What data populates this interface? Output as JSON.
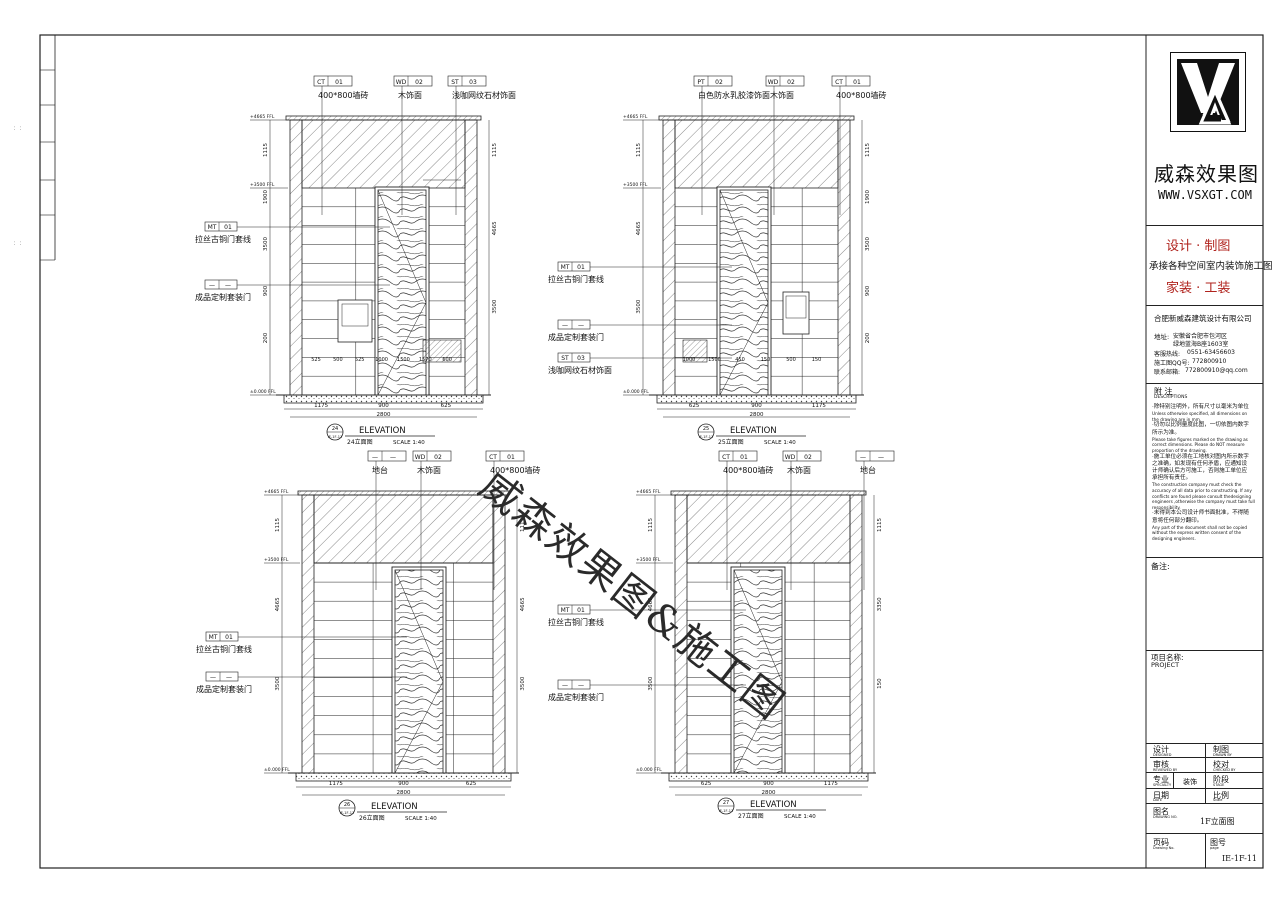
{
  "elevations": [
    {
      "number": "24",
      "ref": "IE-1F-11",
      "caption": "ELEVATION",
      "subtitle": "24立面图",
      "scale": "SCALE  1:40",
      "top_labels": [
        {
          "code": "CT",
          "num": "01",
          "text": "400*800墙砖"
        },
        {
          "code": "WD",
          "num": "02",
          "text": "木饰面"
        },
        {
          "code": "ST",
          "num": "03",
          "text": "浅咖网纹石材饰面"
        }
      ],
      "side_labels": [
        {
          "code": "MT",
          "num": "01",
          "text": "拉丝古铜门套线"
        },
        {
          "code": "—",
          "num": "—",
          "text": "成品定制套装门"
        }
      ],
      "level_labels": [
        "+4665 FFL",
        "+3500 FFL",
        "±0.000 FFL"
      ],
      "dims_bottom": [
        "1175",
        "900",
        "625"
      ],
      "dims_total": "2800",
      "dims_left": [
        "1115",
        "1900",
        "3500",
        "900",
        "200"
      ],
      "dims_right": [
        "1115",
        "4665",
        "3500"
      ],
      "inner_dims": [
        "525",
        "500",
        "525",
        "1000",
        "1500",
        "1570",
        "600"
      ]
    },
    {
      "number": "25",
      "ref": "IE-1F-11",
      "caption": "ELEVATION",
      "subtitle": "25立面图",
      "scale": "SCALE  1:40",
      "top_labels": [
        {
          "code": "PT",
          "num": "02",
          "text": "白色防水乳胶漆饰面"
        },
        {
          "code": "WD",
          "num": "02",
          "text": "木饰面"
        },
        {
          "code": "CT",
          "num": "01",
          "text": "400*800墙砖"
        }
      ],
      "side_labels": [
        {
          "code": "MT",
          "num": "01",
          "text": "拉丝古铜门套线"
        },
        {
          "code": "—",
          "num": "—",
          "text": "成品定制套装门"
        },
        {
          "code": "ST",
          "num": "03",
          "text": "浅咖网纹石材饰面"
        }
      ],
      "level_labels": [
        "+4665 FFL",
        "+3500 FFL",
        "±0.000 FFL"
      ],
      "dims_bottom": [
        "625",
        "900",
        "1175"
      ],
      "dims_total": "2800",
      "dims_left": [
        "1115",
        "4665",
        "3500"
      ],
      "dims_right": [
        "1115",
        "1900",
        "3500",
        "900",
        "200"
      ],
      "inner_dims": [
        "1000",
        "1500",
        "450",
        "150",
        "500",
        "150"
      ]
    },
    {
      "number": "26",
      "ref": "IE-1F-11",
      "caption": "ELEVATION",
      "subtitle": "26立面图",
      "scale": "SCALE  1:40",
      "top_labels": [
        {
          "code": "—",
          "num": "—",
          "text": "地台"
        },
        {
          "code": "WD",
          "num": "02",
          "text": "木饰面"
        },
        {
          "code": "CT",
          "num": "01",
          "text": "400*800墙砖"
        }
      ],
      "side_labels": [
        {
          "code": "MT",
          "num": "01",
          "text": "拉丝古铜门套线"
        },
        {
          "code": "—",
          "num": "—",
          "text": "成品定制套装门"
        }
      ],
      "level_labels": [
        "+4665 FFL",
        "+3500 FFL",
        "±0.000 FFL"
      ],
      "dims_bottom": [
        "1175",
        "900",
        "625"
      ],
      "dims_total": "2800",
      "dims_left": [
        "1115",
        "4665",
        "3500"
      ],
      "dims_right": [
        "1115",
        "4665",
        "3500"
      ],
      "inner_dims": []
    },
    {
      "number": "27",
      "ref": "IE-1F-11",
      "caption": "ELEVATION",
      "subtitle": "27立面图",
      "scale": "SCALE  1:40",
      "top_labels": [
        {
          "code": "CT",
          "num": "01",
          "text": "400*800墙砖"
        },
        {
          "code": "WD",
          "num": "02",
          "text": "木饰面"
        },
        {
          "code": "—",
          "num": "—",
          "text": "地台"
        }
      ],
      "side_labels": [
        {
          "code": "MT",
          "num": "01",
          "text": "拉丝古铜门套线"
        },
        {
          "code": "—",
          "num": "—",
          "text": "成品定制套装门"
        }
      ],
      "level_labels": [
        "+4665 FFL",
        "+3500 FFL",
        "±0.000 FFL"
      ],
      "dims_bottom": [
        "625",
        "900",
        "1175"
      ],
      "dims_total": "2800",
      "dims_left": [
        "1115",
        "4665",
        "3500"
      ],
      "dims_right": [
        "1115",
        "3350",
        "150"
      ],
      "inner_dims": []
    }
  ],
  "watermark": "威森效果图&施工图",
  "title_block": {
    "logo_text": "VA",
    "brand_name": "威森效果图",
    "website": "WWW.VSXGT.COM",
    "service_line1": "设计 · 制图",
    "service_line2": "承接各种空间室内装饰施工图",
    "service_line3": "家装 · 工装",
    "company": "合肥新威森建筑设计有限公司",
    "address_label": "地址:",
    "address_line1": "安徽省合肥市包河区",
    "address_line2": "绿地蓝海B座1603室",
    "hotline_label": "客服热线:",
    "hotline": "0551-63456603",
    "qq_label": "施工图QQ号:",
    "qq": "772800910",
    "email_label": "联系邮箱:",
    "email": "772800910@qq.com",
    "notes_title": "附 注",
    "notes_title_en": "DESCRIPTIONS",
    "notes": [
      "·除特别注明外，所有尺寸以毫米为单位",
      "Unless otherwise specified, all dimensions on",
      "the drawing are in mm.",
      "·切勿以比例量度此图，一切依图内数字",
      "所示为准。",
      "Please take figures marked on the drawing as",
      "correct dimensions. Please do NOT measure",
      "proportion of the drawing.",
      "·施工单位必须在工地核对图内所示数字",
      "之准确，如发现有任何矛盾，应通知设",
      "计师确认后方可施工，否则施工单位应",
      "承担所有责任。",
      "The construction company must check the",
      "accuracy of all data prior to constructing. If any",
      "conflicts are found please consult thedesigning",
      "engineers ,otherwise the company must take full",
      "responsibility.",
      "·未得到本公司设计师书面批准，不得随",
      "意将任何部分翻印。",
      "Any part of the document shall not be copied",
      "without the express written consent of the",
      "designing engineers."
    ],
    "remarks_label": "备注:",
    "project_label": "项目名称:",
    "project_label_en": "PROJECT",
    "cells": {
      "design": "设计",
      "design_en": "DESIGNED",
      "drawn": "制图",
      "drawn_en": "DRAWN BY",
      "checked": "审核",
      "checked_en": "REVIEWED BY",
      "proofread": "校对",
      "proofread_en": "CHECKED BY",
      "specialty": "专业",
      "specialty_en": "SPECIALTY",
      "specialty_value": "装饰",
      "stage": "阶段",
      "stage_en": "STAGE",
      "date": "日期",
      "date_en": "DATE",
      "scale": "比例",
      "scale_en": "Scale",
      "drawing_name": "图名",
      "drawing_name_en": "DRAWING NO.",
      "drawing_name_value": "1F立面图",
      "page": "页码",
      "page_en": "Drawing No.",
      "drawing_no": "图号",
      "drawing_no_en": "page",
      "drawing_no_value": "IE-1F-11"
    }
  }
}
